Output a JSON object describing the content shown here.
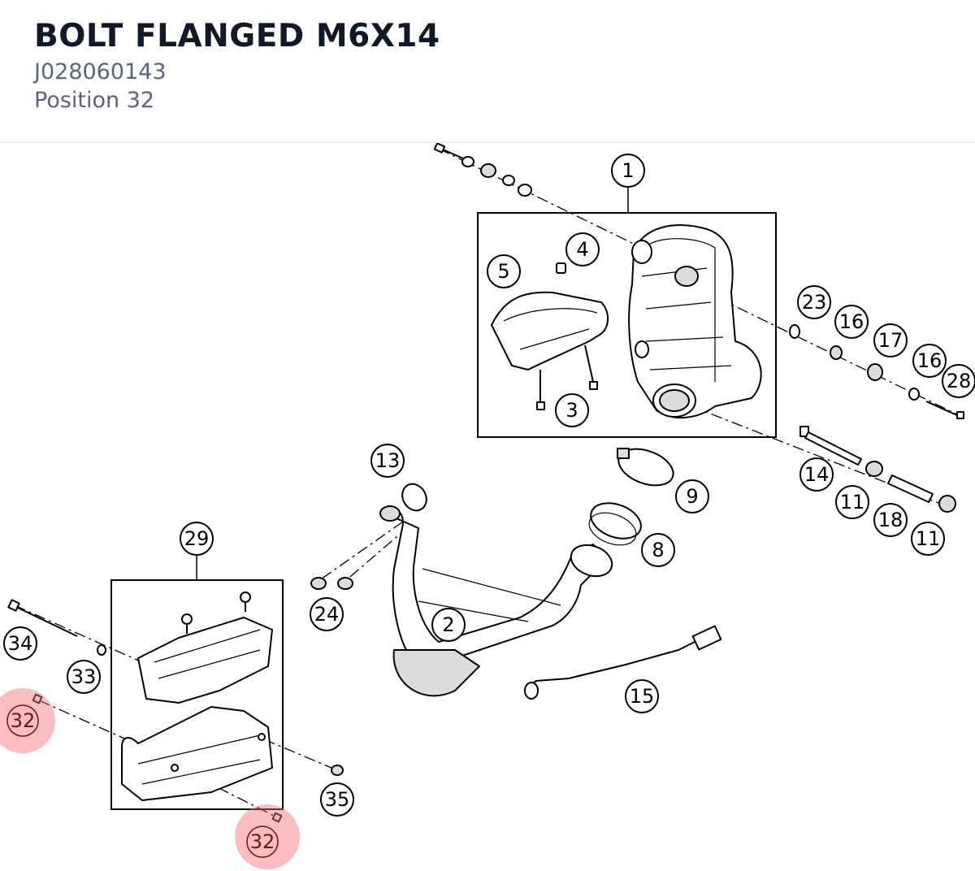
{
  "part": {
    "title": "BOLT FLANGED M6X14",
    "part_number": "J028060143",
    "position_label": "Position 32"
  },
  "diagram": {
    "highlight_color": "#f36f76",
    "callouts": {
      "c1": "1",
      "c2": "2",
      "c3": "3",
      "c4": "4",
      "c5": "5",
      "c8": "8",
      "c9": "9",
      "c11a": "11",
      "c11b": "11",
      "c13": "13",
      "c14": "14",
      "c15": "15",
      "c16a": "16",
      "c16b": "16",
      "c17": "17",
      "c18": "18",
      "c23": "23",
      "c24": "24",
      "c28": "28",
      "c29": "29",
      "c32a": "32",
      "c32b": "32",
      "c33": "33",
      "c34": "34",
      "c35": "35"
    }
  }
}
